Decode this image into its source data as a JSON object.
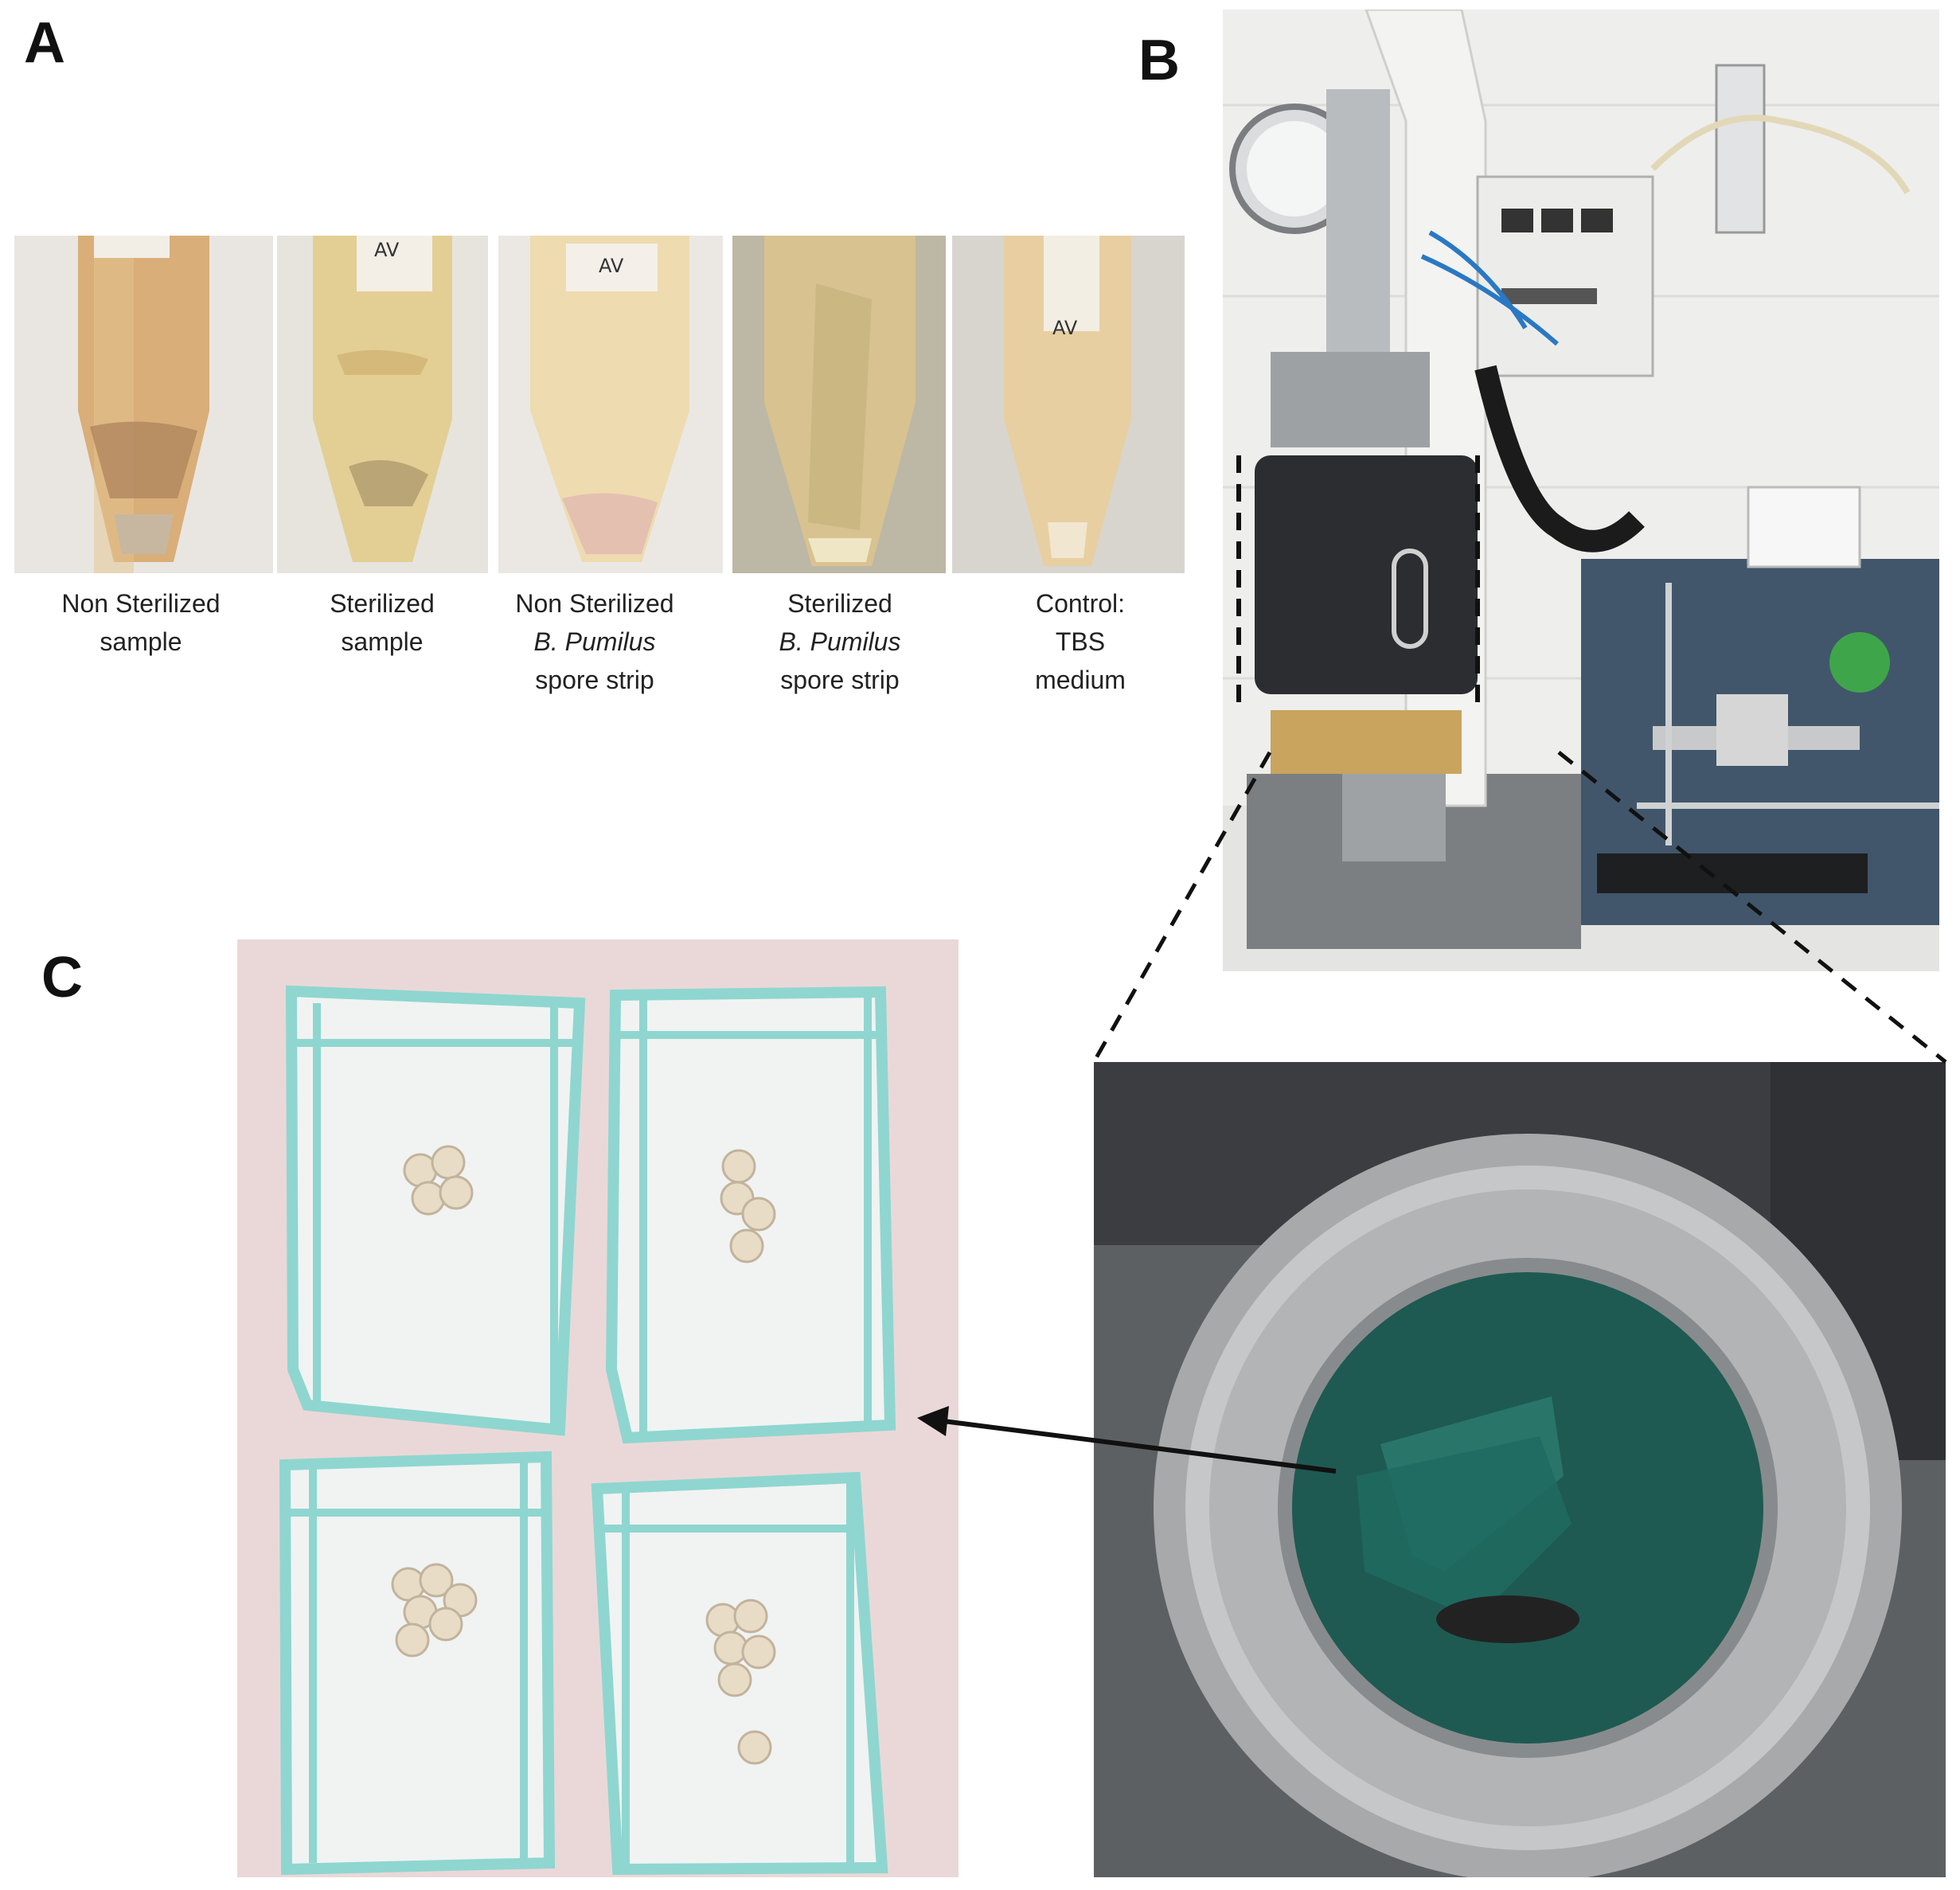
{
  "panels": {
    "a": {
      "letter": "A"
    },
    "b": {
      "letter": "B"
    },
    "c": {
      "letter": "C"
    }
  },
  "tubes": [
    {
      "line1": "Non Sterilized",
      "line2": "sample",
      "line3": "",
      "label": ""
    },
    {
      "line1": "Sterilized",
      "line2": "sample",
      "line3": "",
      "label": "AV"
    },
    {
      "line1": "Non Sterilized",
      "line2": "B. Pumilus",
      "line3": "spore strip",
      "label": "AV"
    },
    {
      "line1": "Sterilized",
      "line2": "B. Pumilus",
      "line3": "spore strip",
      "label": ""
    },
    {
      "line1": "Control:",
      "line2": "TBS",
      "line3": "medium",
      "label": "AV"
    }
  ],
  "colors": {
    "tube_amber": "#d9b07a",
    "tube_pale": "#e2cf96",
    "reactor_black": "#2b2d30",
    "panel_blue": "#41566b",
    "bag_teal": "#8fd6d0",
    "surface_pink": "#ead8d8",
    "vessel_teal": "#1e5a52"
  },
  "icons": {
    "arrow": "arrow-left-icon",
    "zoom": "dashed-zoom-lines"
  }
}
